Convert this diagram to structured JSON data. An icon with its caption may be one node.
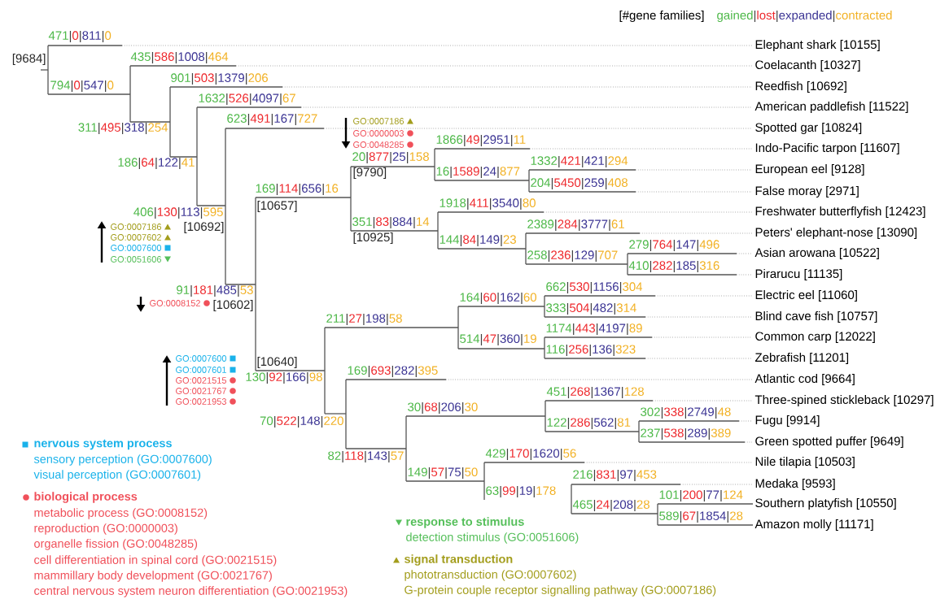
{
  "diagram": {
    "nodes": [
      {
        "text": [
          "Elephant shark [10155]"
        ]
      },
      {
        "text": [
          "Coelacanth [10327]"
        ]
      },
      {
        "text": [
          "Reedfish [10692]"
        ]
      },
      {
        "text": [
          "American paddlefish [11522]"
        ]
      },
      {
        "text": [
          "Spotted gar [10824]"
        ]
      },
      {
        "text": [
          "Indo-Pacific tarpon [11607]"
        ]
      },
      {
        "text": [
          "European eel [9128]"
        ]
      },
      {
        "text": [
          "False moray [2971]"
        ]
      },
      {
        "text": [
          "Freshwater butterflyfish [12423]"
        ]
      },
      {
        "text": [
          "Peters' elephant-nose [13090]"
        ]
      },
      {
        "text": [
          "Asian arowana [10522]"
        ]
      },
      {
        "text": [
          "Pirarucu [11135]"
        ]
      },
      {
        "text": [
          "Electric eel [11060]"
        ]
      },
      {
        "text": [
          "Blind cave fish [10757]"
        ]
      },
      {
        "text": [
          "Common carp [12022]"
        ]
      },
      {
        "text": [
          "Zebrafish [11201]"
        ]
      },
      {
        "text": [
          "Atlantic cod [9664]"
        ]
      },
      {
        "text": [
          "Three-spined stickleback [10297]"
        ]
      },
      {
        "text": [
          "Fugu [9914]"
        ]
      },
      {
        "text": [
          "Green spotted puffer [9649]"
        ]
      },
      {
        "text": [
          "Nile tilapia [10503]"
        ]
      },
      {
        "text": [
          "Medaka [9593]"
        ]
      },
      {
        "text": [
          "Southern platyfish [10550]"
        ]
      },
      {
        "text": [
          "Amazon molly [11171]"
        ]
      }
    ],
    "labels": [
      "[#gene families]",
      "gained|lost|expanded|contracted",
      "[9684]",
      "471|0|811|0",
      "794|0|547|0",
      "435|586|1008|464",
      "311|495|318|254",
      "901|503|1379|206",
      "186|64|122|41",
      "1632|526|4097|67",
      "406|130|113|595",
      "[10692]",
      "623|491|167|727",
      "91|181|485|53",
      "[10602]",
      "169|114|656|16",
      "[10657]",
      "20|877|25|158",
      "[9790]",
      "1866|49|2951|11",
      "16|1589|24|877",
      "1332|421|421|294",
      "204|5450|259|408",
      "351|83|884|14",
      "[10925]",
      "1918|411|3540|80",
      "144|84|149|23",
      "2389|284|3777|61",
      "258|236|129|707",
      "279|764|147|496",
      "410|282|185|316",
      "[10640]",
      "130|92|166|98",
      "211|27|198|58",
      "164|60|162|60",
      "662|530|1156|304",
      "333|504|482|314",
      "514|47|360|19",
      "1174|443|4197|89",
      "116|256|136|323",
      "70|522|148|220",
      "169|693|282|395",
      "82|118|143|57",
      "30|68|206|30",
      "451|268|1367|128",
      "122|286|562|81",
      "302|338|2749|48",
      "237|538|289|389",
      "149|57|75|50",
      "429|170|1620|56",
      "63|99|19|178",
      "216|831|97|453",
      "465|24|208|28",
      "101|200|77|124",
      "589|67|1854|28",
      "GO:0007186",
      "GO:0000003",
      "GO:0048285",
      "GO:0007186",
      "GO:0007602",
      "GO:0007600",
      "GO:0051606",
      "GO:0008152",
      "GO:0007600",
      "GO:0007601",
      "GO:0021515",
      "GO:0021767",
      "GO:0021953",
      "sensory perception (GO:0007600)",
      "visual perception (GO:0007601)",
      "metabolic process (GO:0008152)",
      "reproduction (GO:0000003)",
      "organelle fission (GO:0048285)",
      "cell differentiation in spinal cord (GO:0021515)",
      "mammillary body development (GO:0021767)",
      "central nervous system neuron differentiation (GO:0021953)",
      "detection stimulus (GO:0051606)",
      "phototransduction (GO:0007602)",
      "G-protein couple receptor signalling pathway (GO:0007186)"
    ],
    "legend": [
      {
        "text": "nervous system process",
        "color": "#1ab2ea"
      },
      {
        "text": "biological process",
        "color": "#f0505a"
      },
      {
        "text": "response to stimulus",
        "color": "#55bf5a"
      },
      {
        "text": "signal transduction",
        "color": "#a39d1c"
      }
    ]
  }
}
